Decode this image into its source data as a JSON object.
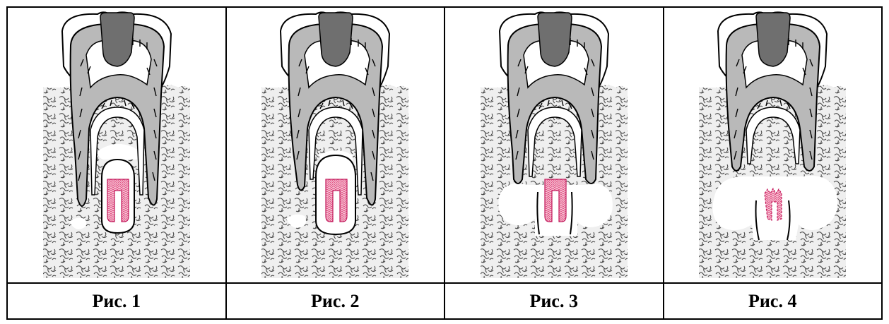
{
  "figures": [
    {
      "caption": "Рис. 1",
      "stage": 1
    },
    {
      "caption": "Рис. 2",
      "stage": 2
    },
    {
      "caption": "Рис. 3",
      "stage": 3
    },
    {
      "caption": "Рис. 4",
      "stage": 4
    }
  ],
  "colors": {
    "bone_fill": "#efefef",
    "bone_texture": "#4a4a4a",
    "enamel": "#ffffff",
    "dentin": "#b9b9b9",
    "pulp": "#ffffff",
    "filling": "#6f6f6f",
    "germ": "#e0457b",
    "outline": "#000000"
  }
}
